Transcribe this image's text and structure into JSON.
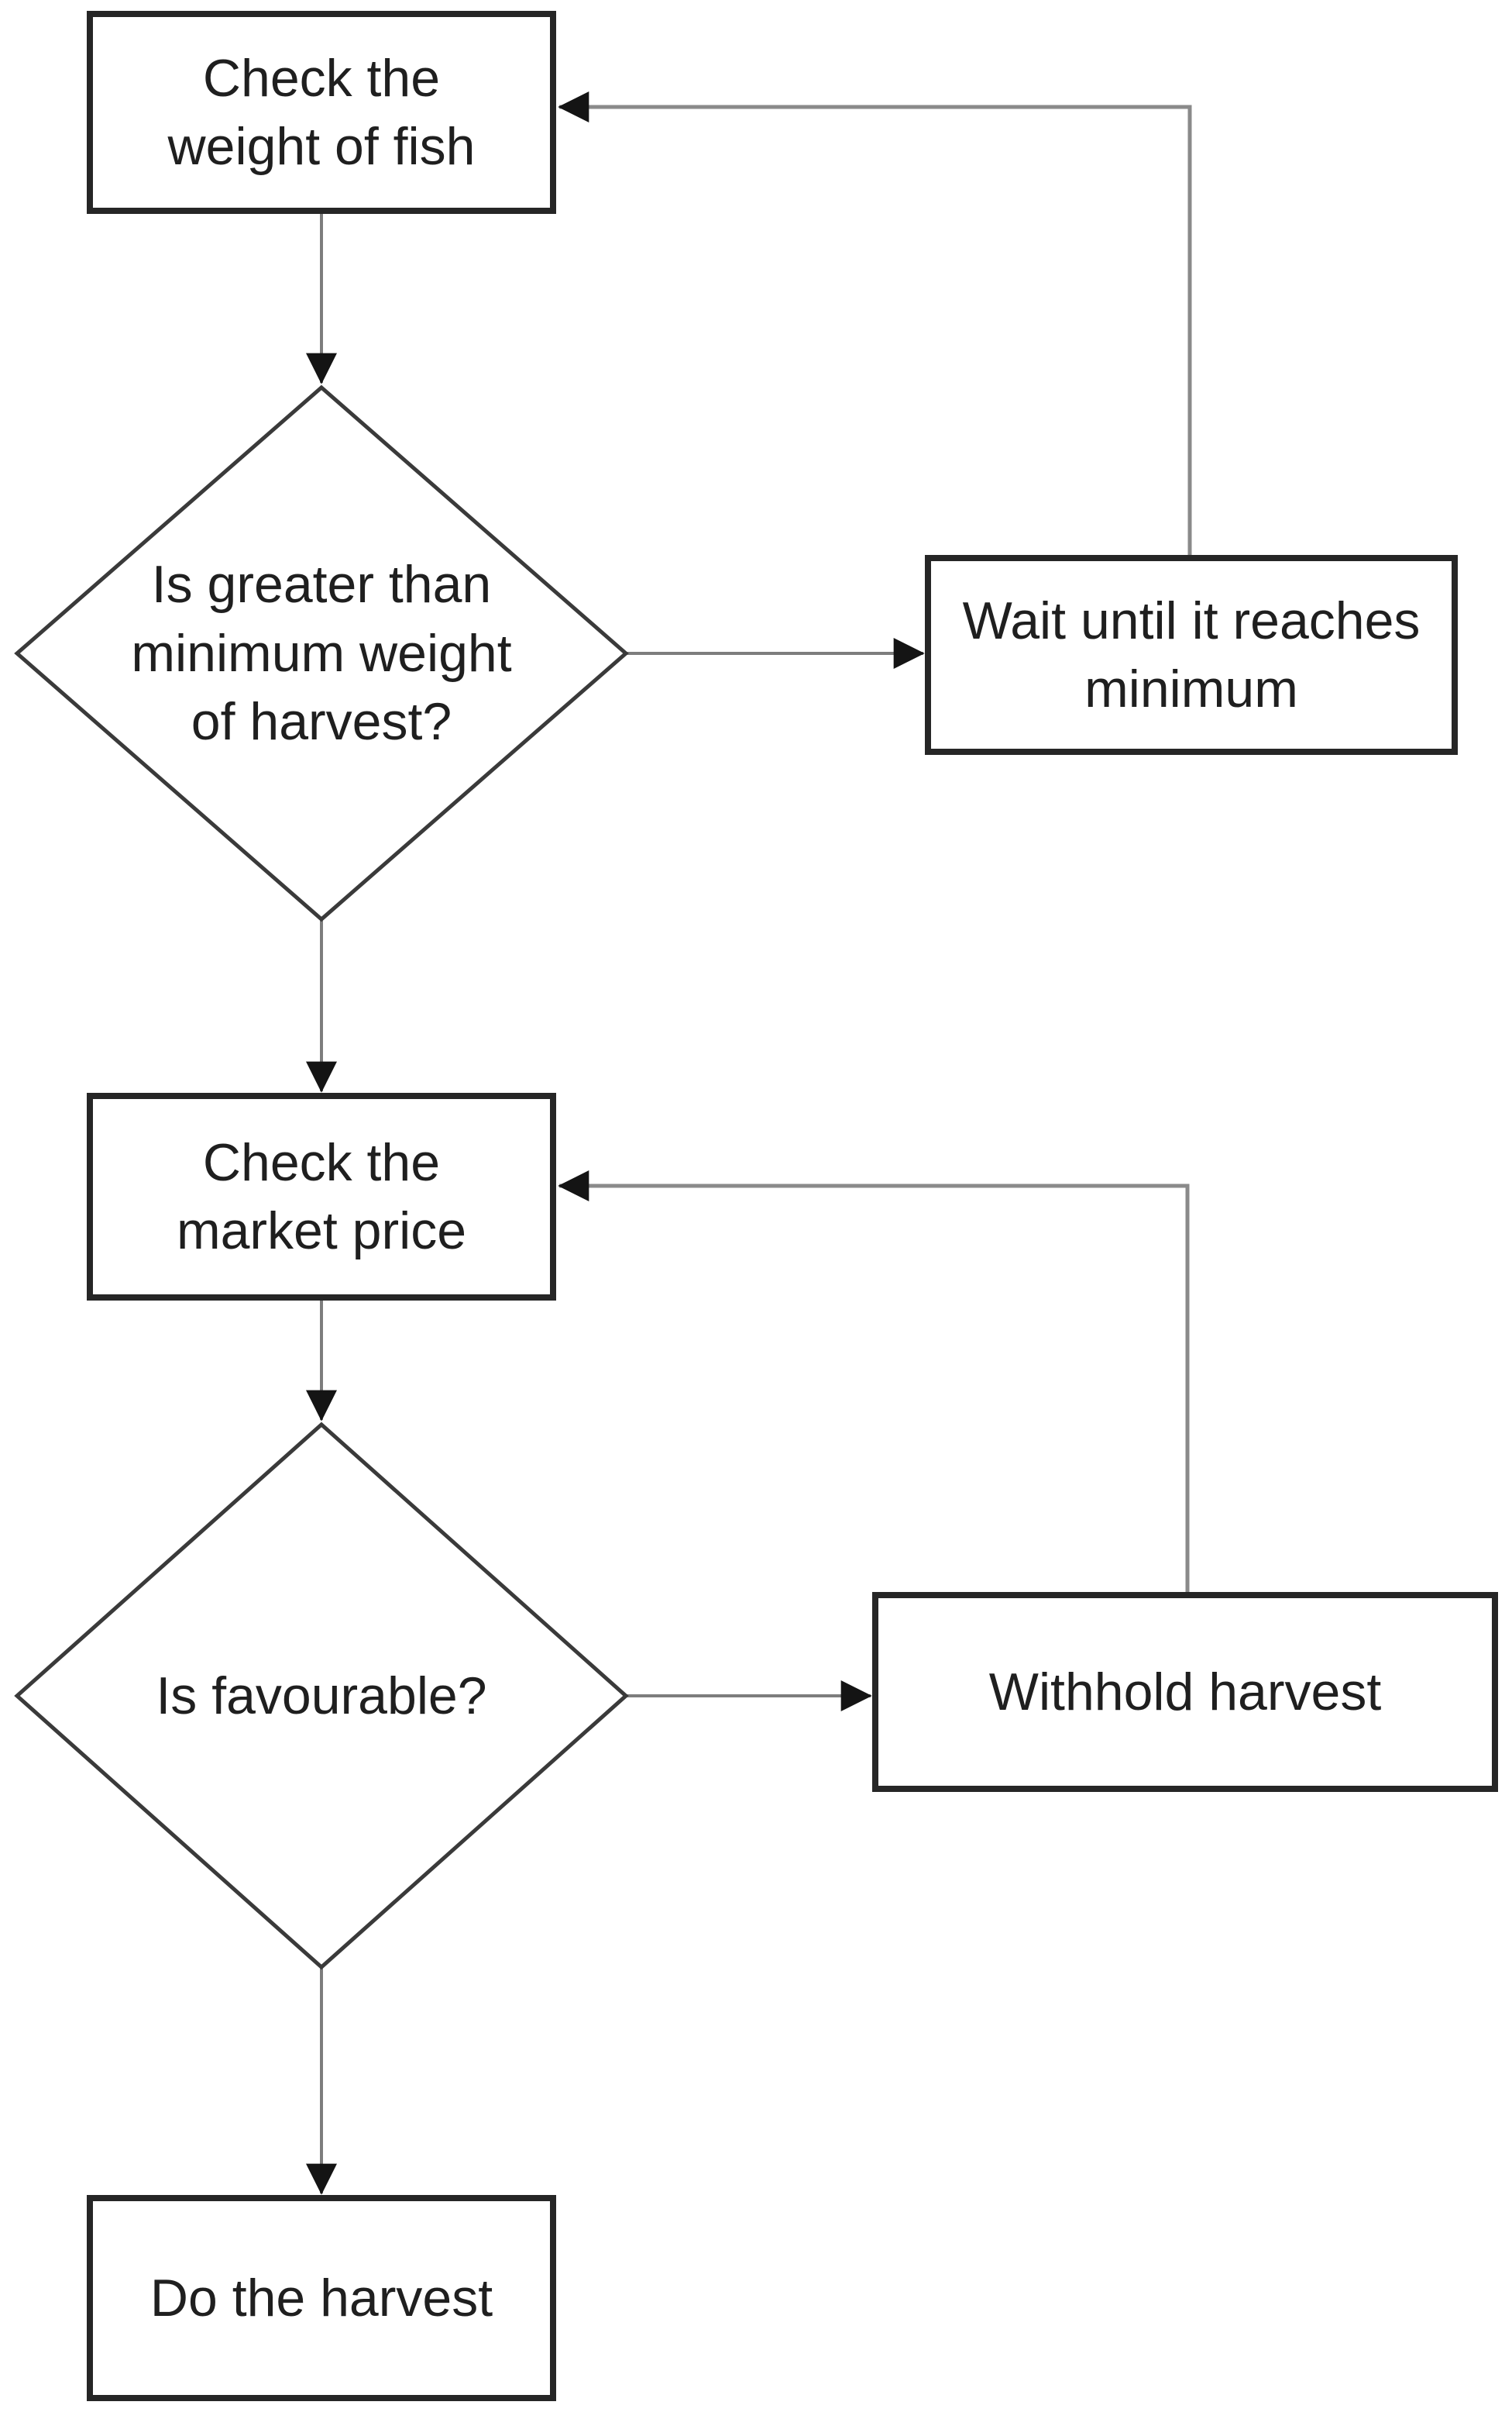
{
  "diagram": {
    "type": "flowchart",
    "colors": {
      "background": "#ffffff",
      "process_border": "#262626",
      "decision_border": "#3a3a3a",
      "connector": "#7d7d7d",
      "arrowhead": "#141414",
      "text": "#1f1f1f",
      "shape_fill": "#ffffff"
    },
    "nodes": {
      "check_weight": {
        "type": "process",
        "label": "Check the\nweight of fish"
      },
      "weight_decision": {
        "type": "decision",
        "label": "Is greater than\nminimum weight\nof harvest?"
      },
      "wait_minimum": {
        "type": "process",
        "label": "Wait until it reaches\nminimum"
      },
      "check_price": {
        "type": "process",
        "label": "Check the\nmarket price"
      },
      "favourable_decision": {
        "type": "decision",
        "label": "Is favourable?"
      },
      "withhold_harvest": {
        "type": "process",
        "label": "Withhold harvest"
      },
      "do_harvest": {
        "type": "process",
        "label": "Do the harvest"
      }
    },
    "edges": [
      {
        "from": "check_weight",
        "to": "weight_decision",
        "label": ""
      },
      {
        "from": "weight_decision",
        "to": "wait_minimum",
        "label": ""
      },
      {
        "from": "wait_minimum",
        "to": "check_weight",
        "label": ""
      },
      {
        "from": "weight_decision",
        "to": "check_price",
        "label": ""
      },
      {
        "from": "check_price",
        "to": "favourable_decision",
        "label": ""
      },
      {
        "from": "favourable_decision",
        "to": "withhold_harvest",
        "label": ""
      },
      {
        "from": "withhold_harvest",
        "to": "check_price",
        "label": ""
      },
      {
        "from": "favourable_decision",
        "to": "do_harvest",
        "label": ""
      }
    ]
  }
}
